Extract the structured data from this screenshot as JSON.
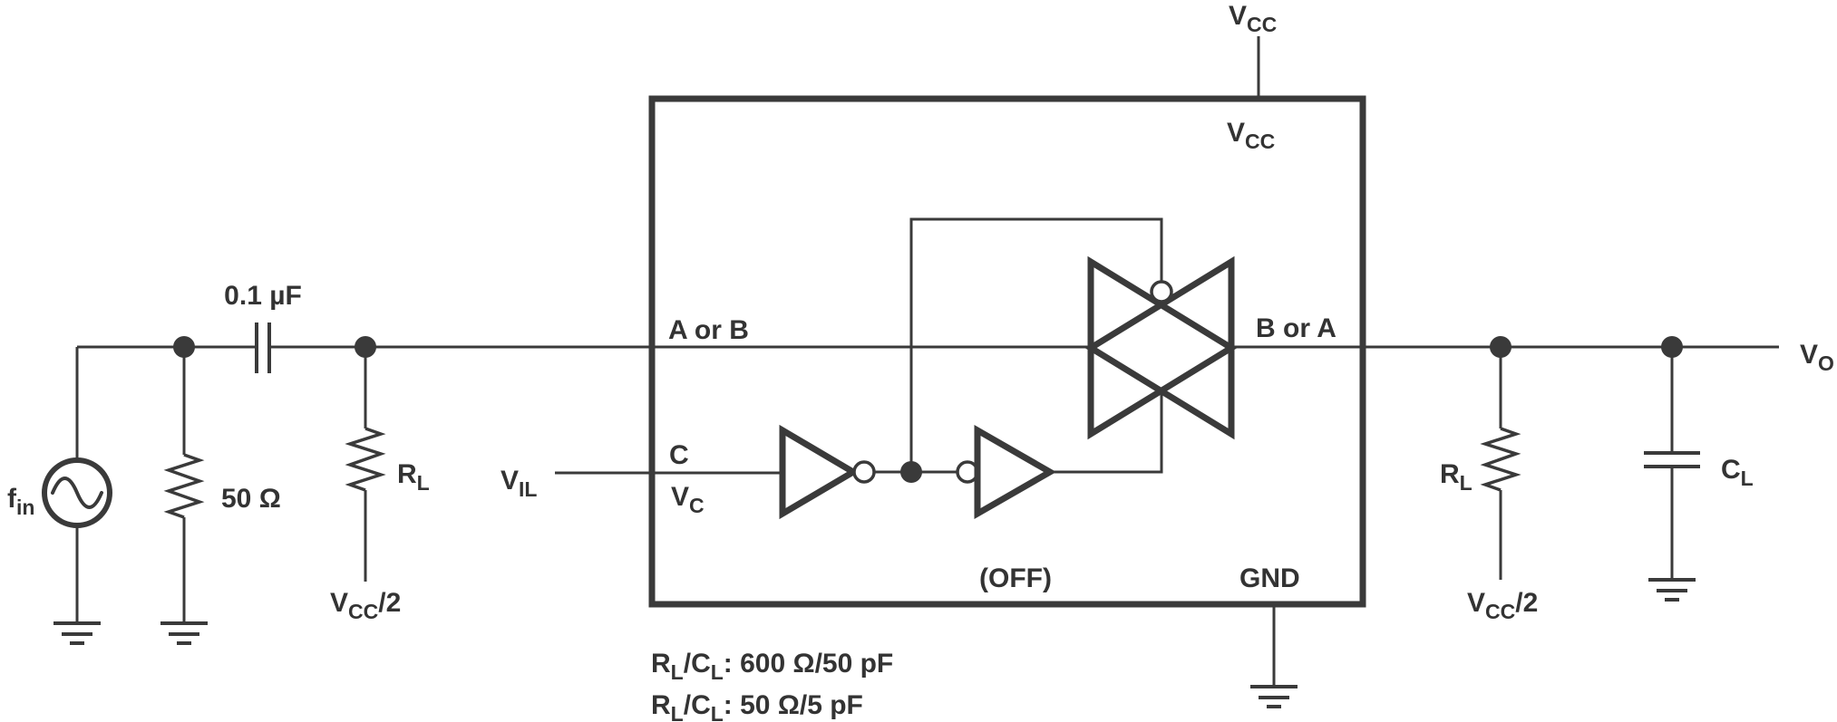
{
  "colors": {
    "wire": "#3a3a3a",
    "text": "#333333",
    "background": "#ffffff"
  },
  "source": {
    "label_main": "f",
    "label_sub": "in"
  },
  "input_network": {
    "shunt_resistor": "50 Ω",
    "coupling_cap": "0.1 µF",
    "load_resistor_main": "R",
    "load_resistor_sub": "L",
    "bias_main": "V",
    "bias_sub": "CC",
    "bias_suffix": "/2"
  },
  "control": {
    "vil_main": "V",
    "vil_sub": "IL",
    "pin_c": "C",
    "vc_main": "V",
    "vc_sub": "C"
  },
  "device": {
    "input_pin": "A or B",
    "output_pin": "B or A",
    "vcc_top_main": "V",
    "vcc_top_sub": "CC",
    "vcc_inside_main": "V",
    "vcc_inside_sub": "CC",
    "state": "(OFF)",
    "gnd_pin": "GND"
  },
  "output_network": {
    "load_resistor_main": "R",
    "load_resistor_sub": "L",
    "bias_main": "V",
    "bias_sub": "CC",
    "bias_suffix": "/2",
    "load_cap_main": "C",
    "load_cap_sub": "L",
    "vo_main": "V",
    "vo_sub": "O"
  },
  "notes": {
    "line1": {
      "r": "R",
      "rsub": "L",
      "slash_c": "/C",
      "csub": "L",
      "value": ": 600 Ω/50 pF"
    },
    "line2": {
      "r": "R",
      "rsub": "L",
      "slash_c": "/C",
      "csub": "L",
      "value": ": 50 Ω/5 pF"
    }
  }
}
